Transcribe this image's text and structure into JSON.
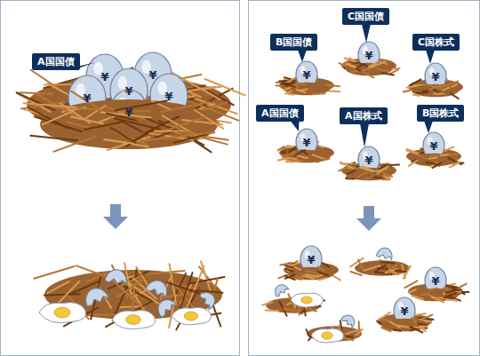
{
  "diagram": {
    "nodes": [
      {
        "text": [
          "A国国債"
        ]
      },
      {
        "text": [
          "B国国債"
        ]
      },
      {
        "text": [
          "C国国債"
        ]
      },
      {
        "text": [
          "C国株式"
        ]
      },
      {
        "text": [
          "A国国債"
        ]
      },
      {
        "text": [
          "A国株式"
        ]
      },
      {
        "text": [
          "B国株式"
        ]
      }
    ],
    "labels": [
      "¥",
      "¥",
      "¥",
      "¥",
      "¥",
      "¥",
      "¥",
      "¥",
      "¥",
      "¥",
      "¥",
      "¥",
      "¥",
      "¥",
      "¥"
    ]
  }
}
